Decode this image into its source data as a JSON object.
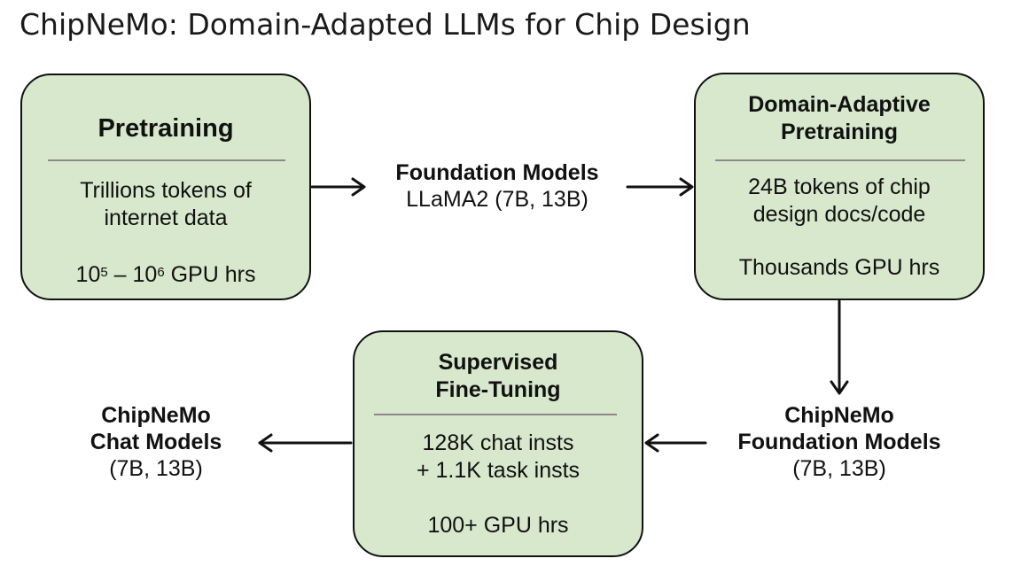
{
  "title": "ChipNeMo: Domain-Adapted LLMs for Chip Design",
  "nodes": {
    "pretraining": {
      "heading": "Pretraining",
      "body_line1": "Trillions tokens of",
      "body_line2": "internet data",
      "cost_base1": "10",
      "cost_exp1": "5",
      "cost_sep": " – ",
      "cost_base2": "10",
      "cost_exp2": "6",
      "cost_unit": " GPU hrs"
    },
    "foundation_models": {
      "heading": "Foundation Models",
      "detail": "LLaMA2 (7B, 13B)"
    },
    "dapt": {
      "heading_line1": "Domain-Adaptive",
      "heading_line2": "Pretraining",
      "body_line1": "24B tokens of chip",
      "body_line2": "design docs/code",
      "cost": "Thousands GPU hrs"
    },
    "chipnemo_foundation": {
      "line1": "ChipNeMo",
      "line2": "Foundation Models",
      "line3": "(7B, 13B)"
    },
    "sft": {
      "heading_line1": "Supervised",
      "heading_line2": "Fine-Tuning",
      "body_line1": "128K chat insts",
      "body_line2": "+ 1.1K task insts",
      "cost": "100+ GPU hrs"
    },
    "chipnemo_chat": {
      "line1": "ChipNeMo",
      "line2": "Chat Models",
      "line3": "(7B, 13B)"
    }
  },
  "colors": {
    "box_fill": "#d7e8cd",
    "box_border": "#111111",
    "divider": "#8a8a8a",
    "arrow": "#111111"
  }
}
